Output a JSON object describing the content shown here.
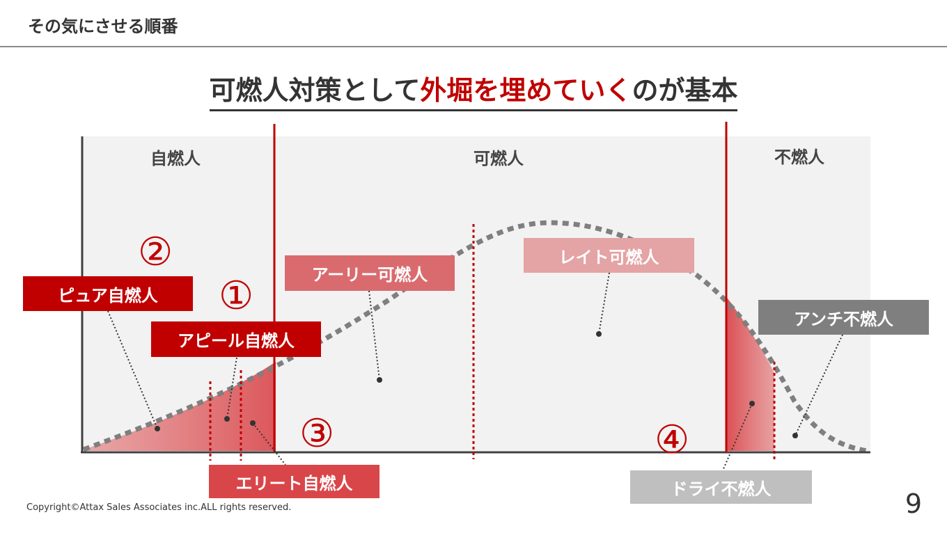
{
  "header": {
    "title": "その気にさせる順番"
  },
  "headline": {
    "part1": "可燃人対策として",
    "accent": "外堀を埋めていく",
    "part2": "のが基本"
  },
  "zones": {
    "left": "自燃人",
    "middle": "可燃人",
    "right": "不燃人"
  },
  "segments": {
    "pure": "ピュア自燃人",
    "appeal": "アピール自燃人",
    "elite": "エリート自燃人",
    "early": "アーリー可燃人",
    "late": "レイト可燃人",
    "anti": "アンチ不燃人",
    "dry": "ドライ不燃人"
  },
  "steps": {
    "one": "①",
    "two": "②",
    "three": "③",
    "four": "④"
  },
  "colors": {
    "accent": "#c00000",
    "red_box": "#c00000",
    "mid_red": "#d9464a",
    "soft_red": "#d96b6e",
    "pale_red": "#e4a3a5",
    "dark_gray": "#7f7f7f",
    "light_gray": "#bfbfbf"
  },
  "footer": {
    "copyright": "Copyright©Attax Sales Associates inc.ALL rights reserved.",
    "page": "9"
  }
}
